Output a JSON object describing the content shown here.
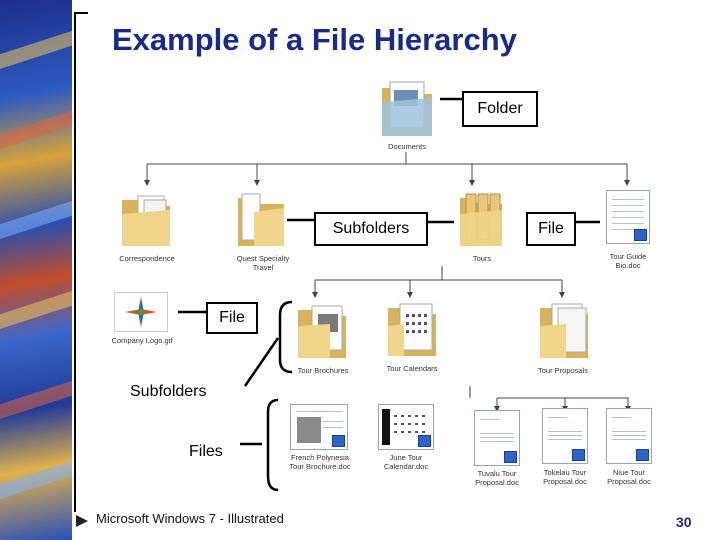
{
  "title": "Example of a File Hierarchy",
  "callouts": {
    "folder": "Folder",
    "subfolders_top": "Subfolders",
    "file_top": "File",
    "file_left": "File",
    "subfolders_left": "Subfolders",
    "files_left": "Files"
  },
  "nodes": {
    "documents": "Documents",
    "correspondence": "Correspondence",
    "quest_specialty_travel": [
      "Quest Specialty",
      "Travel"
    ],
    "tours": "Tours",
    "tour_guide_bio": [
      "Tour Guide",
      "Bio.doc"
    ],
    "company_logo": "Company Logo.gif",
    "tour_brochures": "Tour Brochures",
    "tour_calendars": "Tour Calendars",
    "tour_proposals": "Tour Proposals",
    "french_polynesia": [
      "French Polynesia",
      "Tour Brochure.doc"
    ],
    "june_tour_calendar": [
      "June Tour",
      "Calendar.doc"
    ],
    "tuvalu_tour": [
      "Tuvalu Tour",
      "Proposal.doc"
    ],
    "tokelau_tour": [
      "Tokelau Tour",
      "Proposal.doc"
    ],
    "niue_tour": [
      "Niue Tour",
      "Proposal.doc"
    ]
  },
  "footer": "Microsoft Windows 7 - Illustrated",
  "page_number": "30",
  "colors": {
    "title": "#1a2a8c",
    "folder": "#e8c878",
    "line": "#000000"
  }
}
